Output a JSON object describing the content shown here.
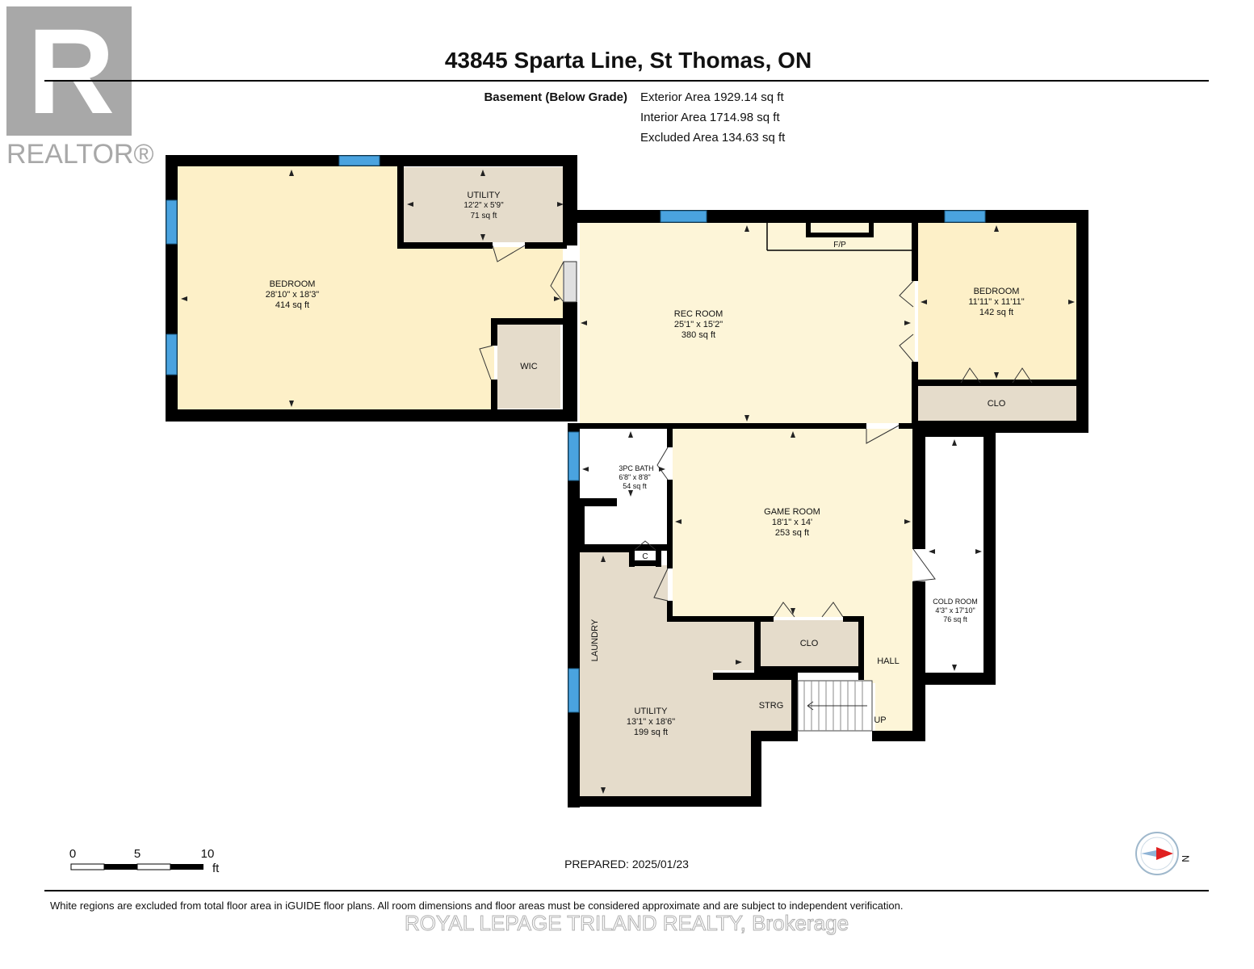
{
  "header": {
    "title": "43845 Sparta Line, St Thomas, ON",
    "level": "Basement (Below Grade)",
    "exterior_area": "Exterior Area 1929.14 sq ft",
    "interior_area": "Interior Area 1714.98 sq ft",
    "excluded_area": "Excluded Area 134.63 sq ft"
  },
  "logo": {
    "text": "REALTOR®",
    "letter": "R"
  },
  "rooms": {
    "bedroom_main": {
      "name": "BEDROOM",
      "dims": "28'10\" x 18'3\"",
      "area": "414 sq ft"
    },
    "utility_top": {
      "name": "UTILITY",
      "dims": "12'2\" x 5'9\"",
      "area": "71 sq ft"
    },
    "wic": {
      "name": "WIC"
    },
    "rec_room": {
      "name": "REC ROOM",
      "dims": "25'1\" x 15'2\"",
      "area": "380 sq ft"
    },
    "fireplace": {
      "name": "F/P"
    },
    "bedroom_second": {
      "name": "BEDROOM",
      "dims": "11'11\" x 11'11\"",
      "area": "142 sq ft"
    },
    "clo_bedroom": {
      "name": "CLO"
    },
    "bath": {
      "name": "3PC BATH",
      "dims": "6'8\" x 8'8\"",
      "area": "54 sq ft"
    },
    "closet_c": {
      "name": "C"
    },
    "game_room": {
      "name": "GAME ROOM",
      "dims": "18'1\" x 14'",
      "area": "253 sq ft"
    },
    "cold_room": {
      "name": "COLD ROOM",
      "dims": "4'3\" x 17'10\"",
      "area": "76 sq ft"
    },
    "clo_game": {
      "name": "CLO"
    },
    "hall": {
      "name": "HALL"
    },
    "laundry": {
      "name": "LAUNDRY"
    },
    "utility_bottom": {
      "name": "UTILITY",
      "dims": "13'1\" x 18'6\"",
      "area": "199 sq ft"
    },
    "strg": {
      "name": "STRG"
    },
    "stairs": {
      "name": "UP"
    }
  },
  "scale_bar": {
    "ticks": [
      "0",
      "5",
      "10"
    ],
    "unit": "ft"
  },
  "prepared": "PREPARED: 2025/01/23",
  "compass": {
    "label": "N"
  },
  "footer": {
    "disclaimer": "White regions are excluded from total floor area in iGUIDE floor plans. All room dimensions and floor areas must be considered approximate and are subject to independent verification.",
    "watermark": "ROYAL LEPAGE TRILAND REALTY, Brokerage"
  },
  "colors": {
    "bedroom": "#fdf0c8",
    "rec": "#fdf5d8",
    "utility": "#e5dccb",
    "wall": "#000000",
    "window": "#4aa3df",
    "compass_arrow": "#e02020"
  }
}
